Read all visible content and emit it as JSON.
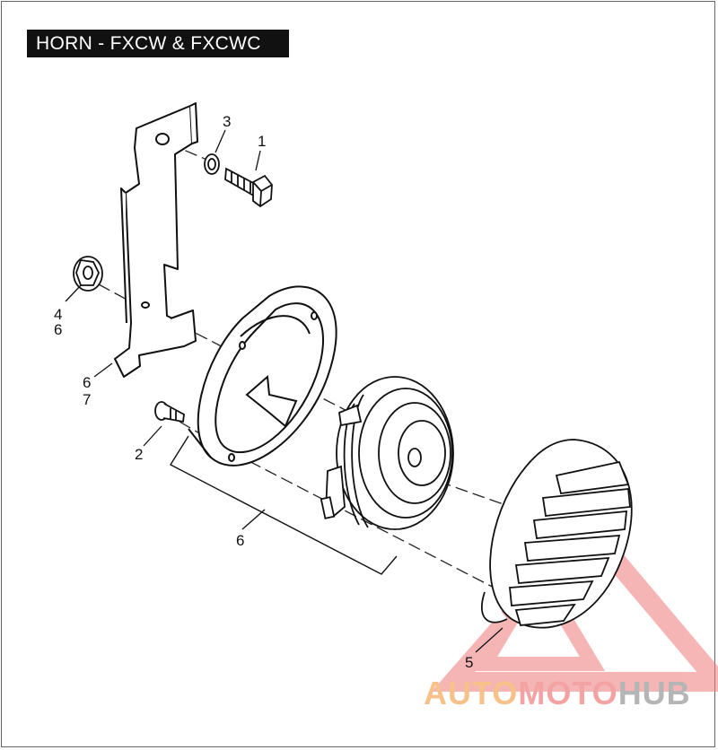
{
  "title": "HORN - FXCW & FXCWC",
  "callouts": {
    "c1": "1",
    "c3": "3",
    "c4": "4",
    "c6a": "6",
    "c6b": "6",
    "c7": "7",
    "c2": "2",
    "c6c": "6",
    "c5": "5"
  },
  "watermark": {
    "part1": "AUTO",
    "part2": "MOTO",
    "part3": "HUB",
    "colors": {
      "auto": "#f6c28a",
      "moto": "#f3a3a3",
      "hub": "#b5b5b5",
      "logo": "#f07a7a"
    }
  }
}
